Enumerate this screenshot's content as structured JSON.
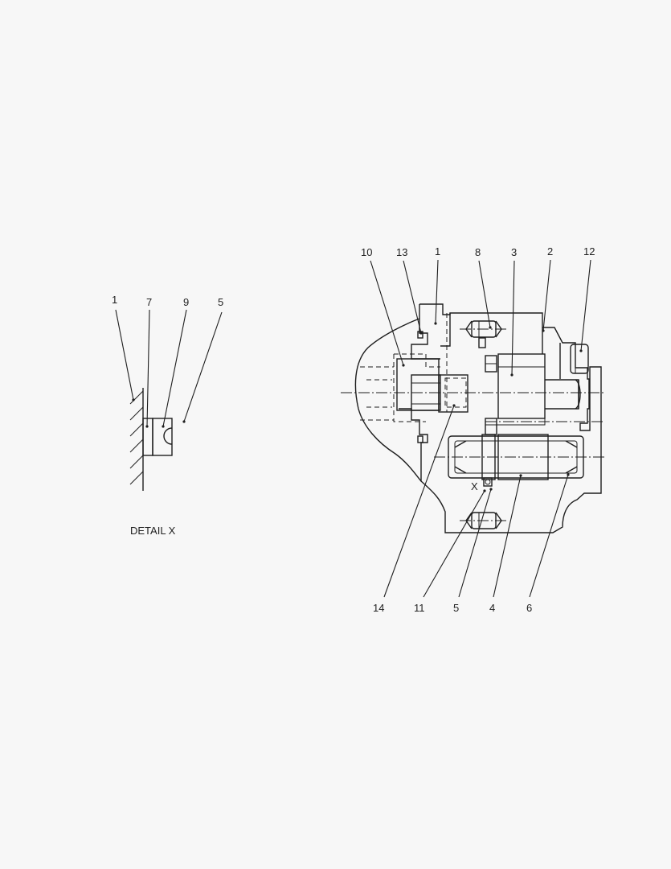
{
  "detail": {
    "caption": "DETAIL X",
    "labels": [
      "1",
      "7",
      "9",
      "5"
    ]
  },
  "main": {
    "top_labels": [
      "10",
      "13",
      "1",
      "8",
      "3",
      "2",
      "12"
    ],
    "bottom_labels": [
      "14",
      "11",
      "5",
      "4",
      "6"
    ],
    "view_marker": "X"
  }
}
